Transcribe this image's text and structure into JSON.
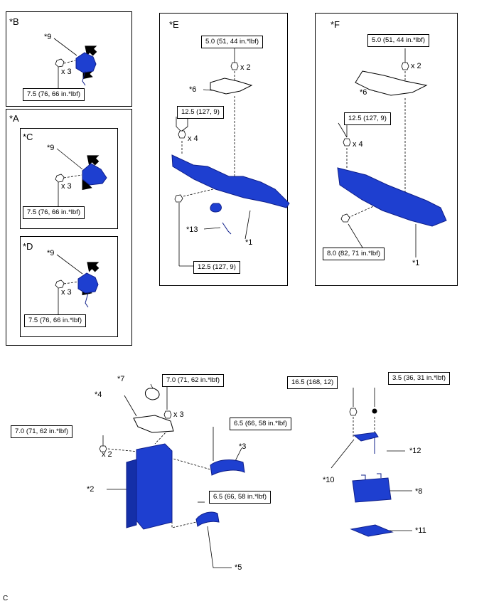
{
  "panels": {
    "B": {
      "tag": "*B",
      "part": "*9",
      "qty": "x 3",
      "torque": "7.5 (76, 66 in.*lbf)"
    },
    "A": {
      "tag": "*A"
    },
    "C": {
      "tag": "*C",
      "part": "*9",
      "qty": "x 3",
      "torque": "7.5 (76, 66 in.*lbf)"
    },
    "D": {
      "tag": "*D",
      "part": "*9",
      "qty": "x 3",
      "torque": "7.5 (76, 66 in.*lbf)"
    },
    "E": {
      "tag": "*E",
      "torque_top": "5.0 (51, 44 in.*lbf)",
      "qty_top": "x 2",
      "part_6": "*6",
      "torque_left": "12.5 (127, 9)",
      "qty_left": "x 4",
      "part_13": "*13",
      "part_1": "*1",
      "torque_bottom": "12.5 (127, 9)"
    },
    "F": {
      "tag": "*F",
      "torque_top": "5.0 (51, 44 in.*lbf)",
      "qty_top": "x 2",
      "part_6": "*6",
      "torque_left": "12.5 (127, 9)",
      "qty_left": "x 4",
      "torque_bottom": "8.0 (82, 71 in.*lbf)",
      "part_1": "*1"
    }
  },
  "lower": {
    "part_7": "*7",
    "torque_7": "7.0 (71, 62 in.*lbf)",
    "qty_7": "x 3",
    "part_4": "*4",
    "torque_left": "7.0 (71, 62 in.*lbf)",
    "qty_left": "x 2",
    "torque_3": "6.5 (66, 58 in.*lbf)",
    "part_3": "*3",
    "part_2": "*2",
    "torque_5": "6.5 (66, 58 in.*lbf)",
    "part_5": "*5",
    "torque_10": "16.5 (168, 12)",
    "torque_12": "3.5 (36, 31 in.*lbf)",
    "part_12": "*12",
    "part_10": "*10",
    "part_8": "*8",
    "part_11": "*11"
  },
  "footer": {
    "code": "C"
  },
  "colors": {
    "part_fill": "#1e3fd0",
    "part_dark": "#0f1f8a",
    "line": "#000000"
  }
}
